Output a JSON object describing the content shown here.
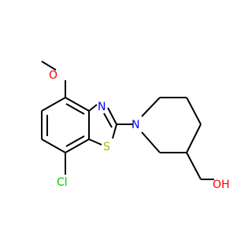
{
  "molecule": {
    "atoms": {
      "oxygen_methoxy": "O",
      "nitrogen_thiazole": "N",
      "sulfur": "S",
      "nitrogen_piperidine": "N",
      "chlorine": "Cl",
      "hydroxyl": "OH"
    },
    "colors": {
      "O": "#ff0000",
      "N": "#0000ff",
      "S": "#b2b200",
      "Cl": "#00cc00",
      "C": "#000000"
    }
  }
}
